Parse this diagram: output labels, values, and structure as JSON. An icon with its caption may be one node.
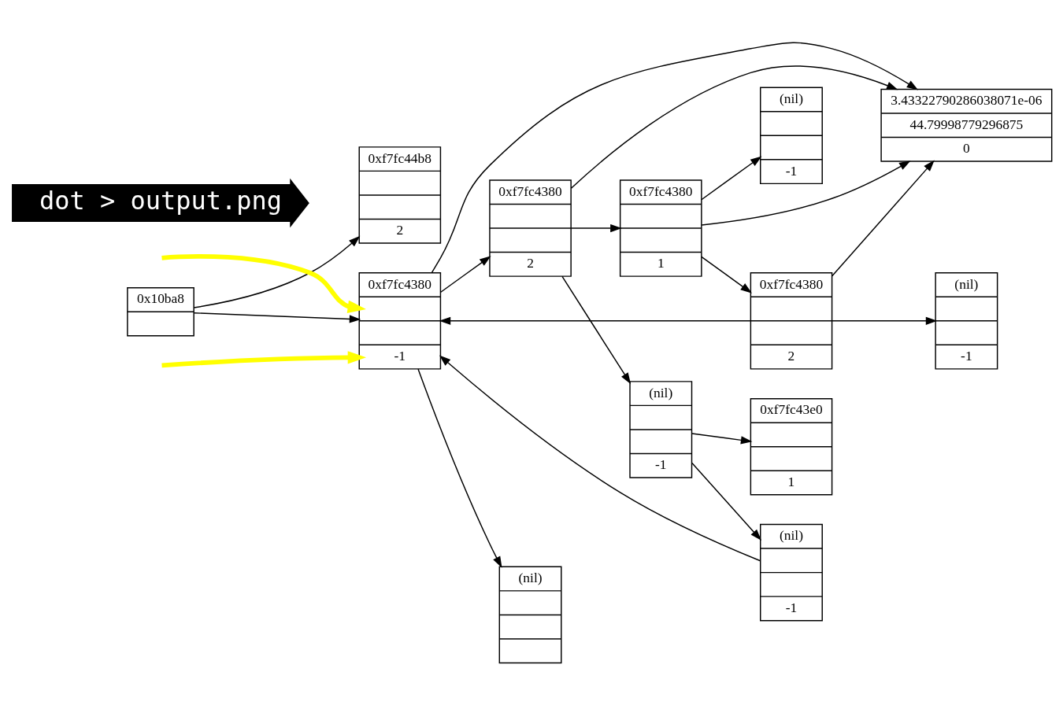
{
  "diagram": {
    "nodes": [
      {
        "text": [
          "0x10ba8"
        ]
      },
      {
        "text": [
          "0xf7fc4380",
          "-1"
        ]
      },
      {
        "text": [
          "0xf7fc44b8",
          "2"
        ]
      },
      {
        "text": [
          "0xf7fc4380",
          "2"
        ]
      },
      {
        "text": [
          "0xf7fc4380",
          "1"
        ]
      },
      {
        "text": [
          "0xf7fc4380",
          "2"
        ]
      },
      {
        "text": [
          "3.43322790286038071e-06",
          "44.79998779296875",
          "0"
        ]
      },
      {
        "text": [
          "(nil)",
          "-1"
        ]
      },
      {
        "text": [
          "(nil)",
          "-1"
        ]
      },
      {
        "text": [
          "(nil)",
          "-1"
        ]
      },
      {
        "text": [
          "(nil)",
          "-1"
        ]
      },
      {
        "text": [
          "(nil)"
        ]
      },
      {
        "text": [
          "0xf7fc43e0",
          "1"
        ]
      },
      {
        "text": [
          "dot > output.png"
        ]
      }
    ],
    "edges": [
      {
        "from": 0,
        "to": 1,
        "arrow": "to"
      },
      {
        "from": 0,
        "to": 2,
        "arrow": "to"
      },
      {
        "from": 1,
        "to": 6,
        "arrow": "to"
      },
      {
        "from": 5,
        "to": 1,
        "arrow": "to"
      },
      {
        "from": 1,
        "to": 3,
        "arrow": "to"
      },
      {
        "from": 3,
        "to": 6,
        "arrow": "to"
      },
      {
        "from": 3,
        "to": 4,
        "arrow": "to"
      },
      {
        "from": 4,
        "to": 6,
        "arrow": "to"
      },
      {
        "from": 5,
        "to": 6,
        "arrow": "to"
      },
      {
        "from": 4,
        "to": 5,
        "arrow": "to"
      },
      {
        "from": 5,
        "to": 7,
        "arrow": "to"
      },
      {
        "from": 3,
        "to": 8,
        "arrow": "to"
      },
      {
        "from": 4,
        "to": 9,
        "arrow": "to"
      },
      {
        "from": 8,
        "to": 10,
        "arrow": "to"
      },
      {
        "from": 8,
        "to": 12,
        "arrow": "to"
      },
      {
        "from": 10,
        "to": 1,
        "arrow": "to"
      },
      {
        "from": 1,
        "to": 11,
        "arrow": "to"
      },
      {
        "from": null,
        "to": 1,
        "arrow": "to",
        "style": "thick",
        "color": "#ffff00"
      },
      {
        "from": null,
        "to": 1,
        "arrow": "to",
        "style": "thick",
        "color": "#ffff00"
      }
    ]
  }
}
